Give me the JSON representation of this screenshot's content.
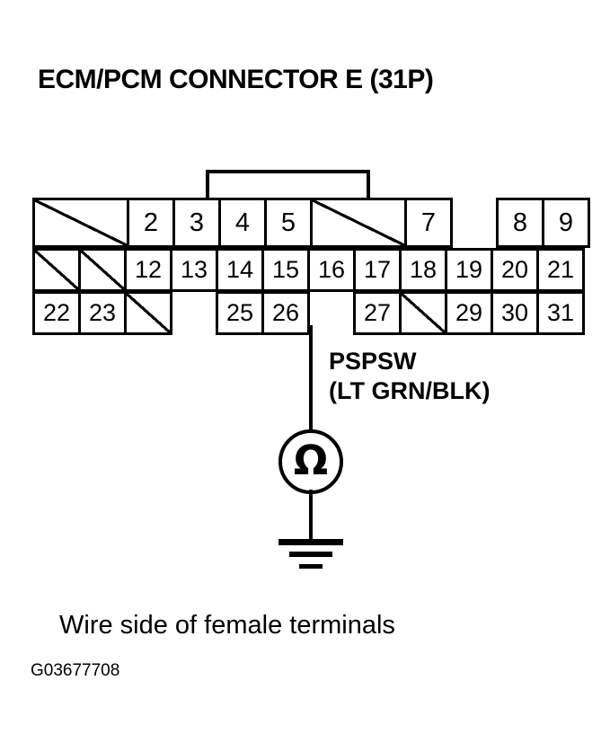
{
  "title": "ECM/PCM CONNECTOR E (31P)",
  "connector": {
    "rows": [
      [
        {
          "label": "",
          "blank": true,
          "span": 2
        },
        {
          "label": "2"
        },
        {
          "label": "3"
        },
        {
          "label": "4"
        },
        {
          "label": "5"
        },
        {
          "label": "",
          "blank": true,
          "span": 2
        },
        {
          "label": "7"
        },
        {
          "label": "",
          "gap": true
        },
        {
          "label": "8"
        },
        {
          "label": "9"
        }
      ],
      [
        {
          "label": "",
          "blank": true
        },
        {
          "label": "",
          "blank": true
        },
        {
          "label": "12"
        },
        {
          "label": "13"
        },
        {
          "label": "14"
        },
        {
          "label": "15"
        },
        {
          "label": "16"
        },
        {
          "label": "17"
        },
        {
          "label": "18"
        },
        {
          "label": "19"
        },
        {
          "label": "20"
        },
        {
          "label": "21"
        }
      ],
      [
        {
          "label": "22"
        },
        {
          "label": "23"
        },
        {
          "label": "",
          "blank": true
        },
        {
          "label": "",
          "gap": true
        },
        {
          "label": "25"
        },
        {
          "label": "26"
        },
        {
          "label": "",
          "gap": true
        },
        {
          "label": "27"
        },
        {
          "label": "",
          "blank": true
        },
        {
          "label": "29"
        },
        {
          "label": "30"
        },
        {
          "label": "31"
        }
      ]
    ]
  },
  "wire": {
    "signal_name": "PSPSW",
    "color_code": "(LT GRN/BLK)",
    "source_pin": "16"
  },
  "meter": {
    "symbol": "Ω",
    "type": "ohmmeter"
  },
  "caption": "Wire side of female terminals",
  "figure_id": "G03677708",
  "colors": {
    "line": "#000000",
    "background": "#ffffff"
  }
}
